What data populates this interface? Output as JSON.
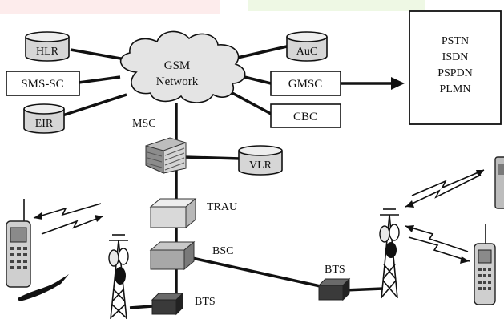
{
  "cloud": {
    "label_line1": "GSM",
    "label_line2": "Network"
  },
  "databases": {
    "hlr": "HLR",
    "auc": "AuC",
    "eir": "EIR",
    "vlr": "VLR"
  },
  "boxes": {
    "sms_sc": "SMS-SC",
    "gmsc": "GMSC",
    "cbc": "CBC"
  },
  "external_networks": [
    "PSTN",
    "ISDN",
    "PSPDN",
    "PLMN"
  ],
  "labels": {
    "msc": "MSC",
    "trau": "TRAU",
    "bsc": "BSC",
    "bts_left": "BTS",
    "bts_right": "BTS"
  },
  "colors": {
    "background_tint_left": "#fdecec",
    "background_tint_right": "#eef8e4",
    "trau_fill": "#d9d9d9",
    "bsc_fill": "#a8a8a8",
    "bts_fill": "#3a3a3a"
  }
}
